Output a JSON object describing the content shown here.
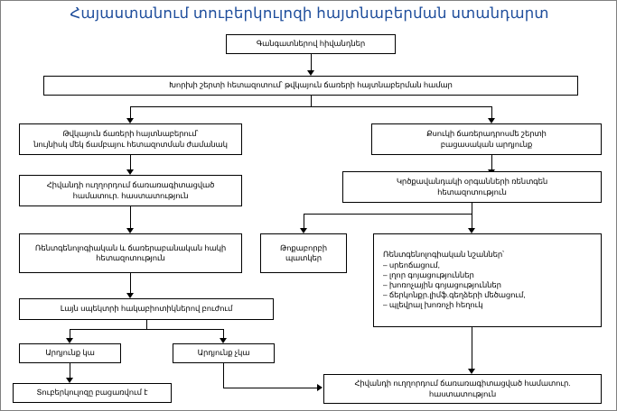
{
  "title": "Հայաստանում տուբերկուլոզի հայտնաբերման ստանդարտ",
  "nodes": {
    "n1": "Գանգատներով հիվանդներ",
    "n2": "Խորխի շերտի հետազոտում՝ թվկայուն ճառերի հայտնաբերման համար",
    "n3": "Թվկայուն ճառերի հայտնաբերում՝\nնույնիսկ մեկ ճամբայու հետազոտման ժամանակ",
    "n4": "Քսուկի ճառերադրոսմե շերտի\nբացասական արդյունք",
    "n5": "Հիվանդի ուղղորդում ճառառագիտացված\nհամատուր. հաստատություն",
    "n6": "Կրծքավանդակի օրգանների ռենտգեն\nհետազոտություն",
    "n7": "Ռենտգենոլոգիական և ճառերաբանական հակի\nհետազոտություն",
    "n8": "Թոքաբորբի\nպատկեր",
    "n9": "Ռենտգենոլոգիական նշաններ՝\n– սրեոճացում,\n– լղոր գոյացություններ\n– խոռոչային գոյացություններ\n– ճերկոնքր.լիմֆ.գեղձերի մեծացում,\n– պլեվրալ խոռոչի հեղուկ",
    "n10": "Լայն սպեկտրի հակաբիոտիկներով բուժում",
    "n11": "Արդյունք կա",
    "n12": "Արդյունք չկա",
    "n13": "Տուբերկուլոզը բացառվում է",
    "n14": "Հիվանդի ուղղորդում ճառառագիտացված համատուր.\nհաստատություն"
  }
}
